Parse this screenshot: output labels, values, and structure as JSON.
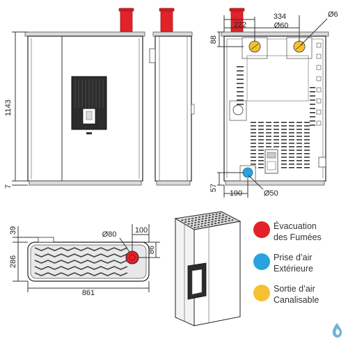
{
  "dimensions": {
    "front_height": "1143",
    "front_base": "7",
    "rear_222": "222",
    "rear_334": "334",
    "rear_dia60": "Ø60",
    "rear_dia6": "Ø6",
    "rear_88": "88",
    "rear_57": "57",
    "rear_190": "190",
    "rear_dia50": "Ø50",
    "top_39": "39",
    "top_286": "286",
    "top_dia80": "Ø80",
    "top_100": "100",
    "top_86": "86",
    "top_861": "861"
  },
  "legend": [
    {
      "line1": "Évacuation",
      "line2": "des Fumées",
      "color": "#e32129"
    },
    {
      "line1": "Prise d’air",
      "line2": "Extérieure",
      "color": "#29a3dd"
    },
    {
      "line1": "Sortie d’air",
      "line2": "Canalisable",
      "color": "#f5c132"
    }
  ],
  "colors": {
    "flue": "#e32129",
    "air_intake": "#29a3dd",
    "air_outlet": "#f5c132",
    "logo": "#6fb4da"
  },
  "icons": {
    "brand_logo": "water-drop-flame-logo"
  }
}
